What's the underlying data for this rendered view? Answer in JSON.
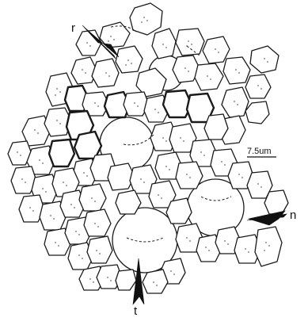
{
  "figure": {
    "labels": {
      "r": "r",
      "n": "n",
      "t": "t"
    },
    "scale_bar": "7.5um"
  }
}
